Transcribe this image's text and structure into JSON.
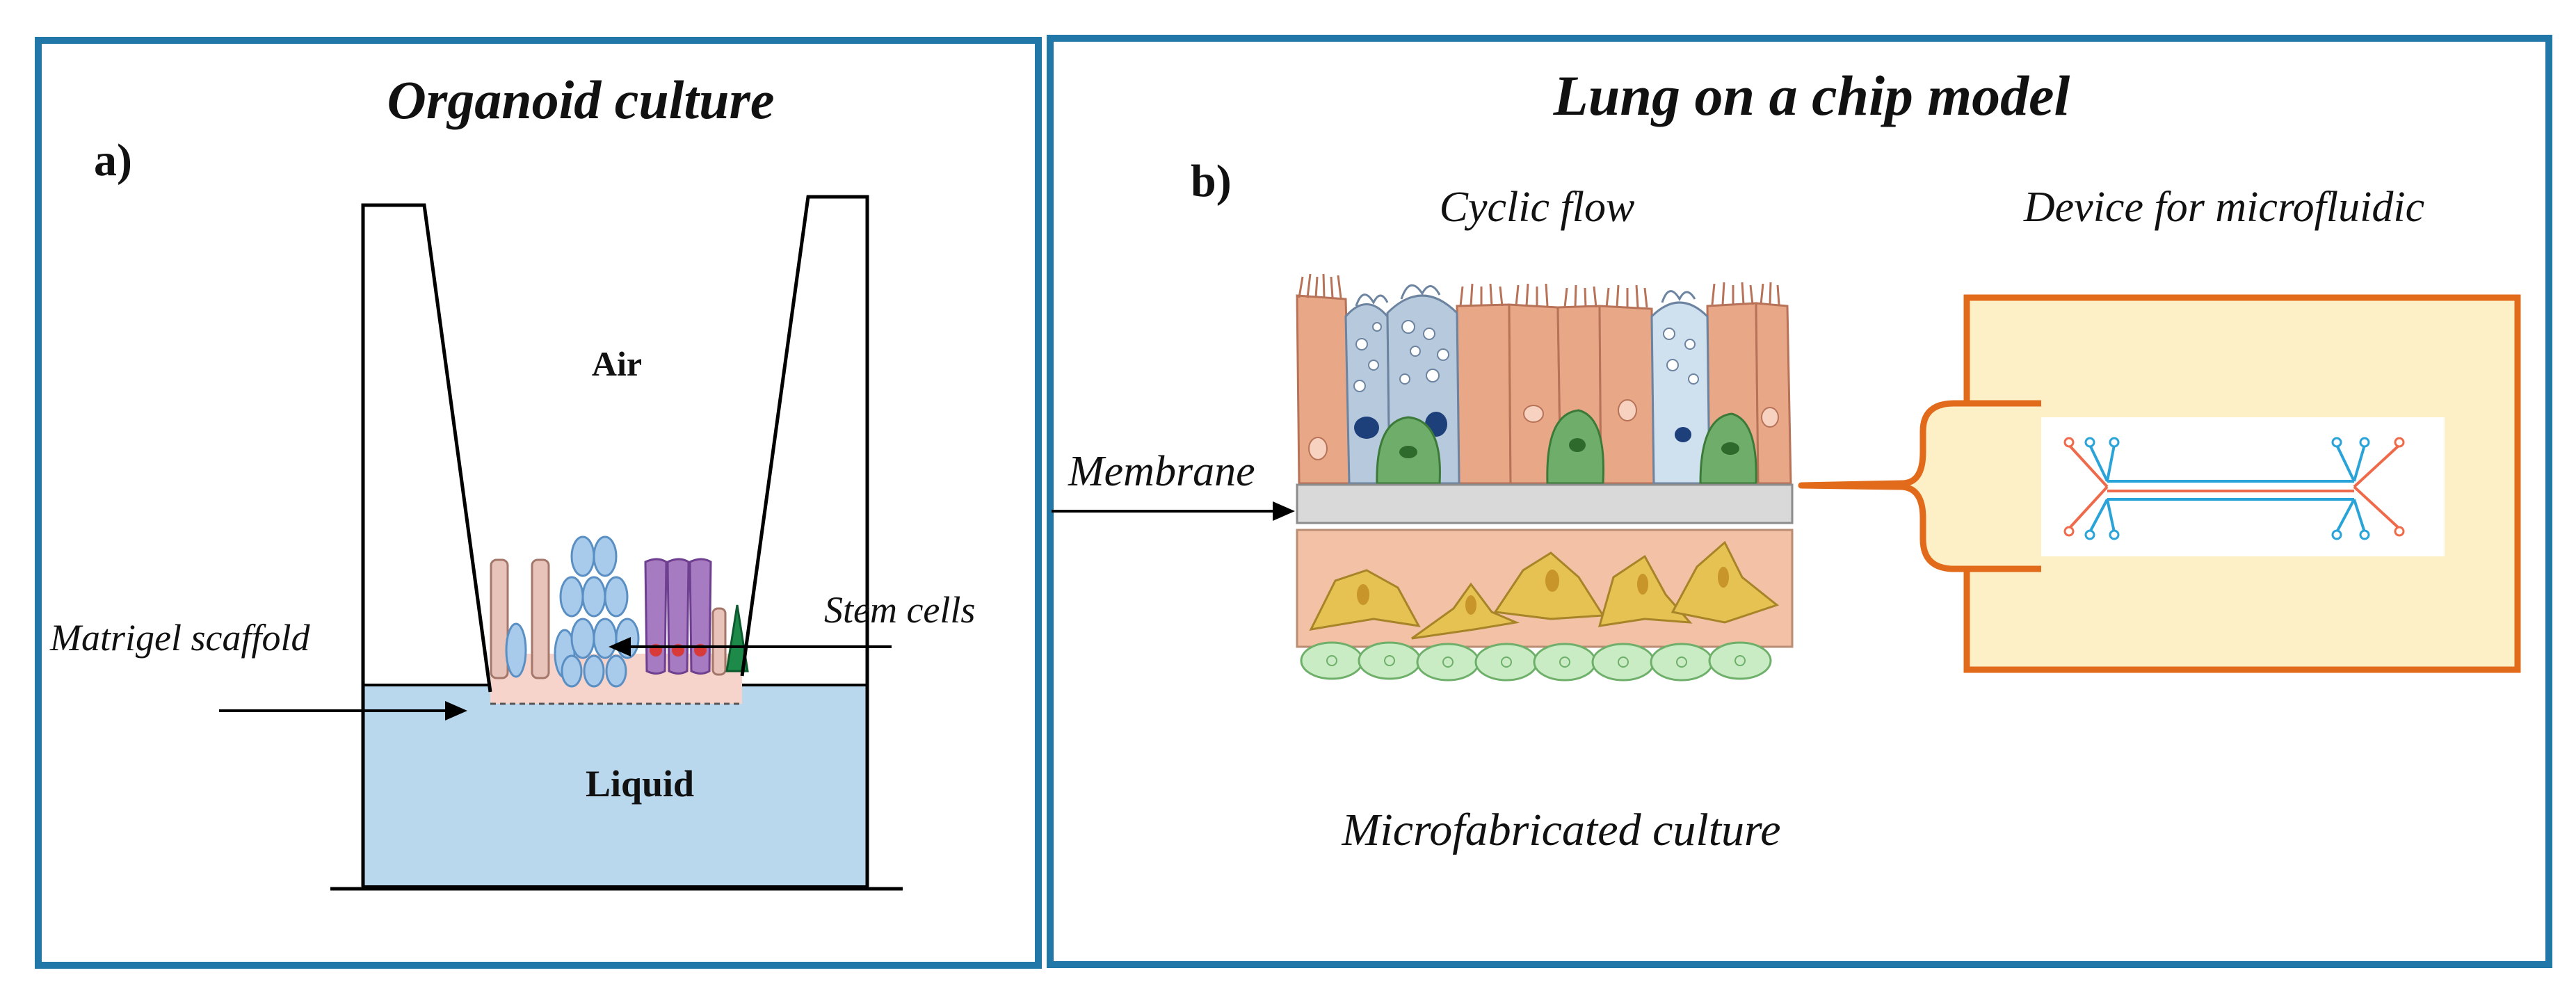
{
  "panel_a": {
    "title": "Organoid culture",
    "letter": "a)",
    "air_label": "Air",
    "liquid_label": "Liquid",
    "matrigel_label": "Matrigel scaffold",
    "stem_cells_label": "Stem cells"
  },
  "panel_b": {
    "title": "Lung on a chip model",
    "letter": "b)",
    "cyclic_flow_label": "Cyclic flow",
    "device_label": "Device for microfluidic",
    "membrane_label": "Membrane",
    "microfabricated_label": "Microfabricated culture"
  },
  "colors": {
    "frame_blue": "#2077a8",
    "liquid_blue": "#b9d8ee",
    "device_orange": "#e26a1b",
    "device_fill": "#fdefc6",
    "epithelial_peach": "#e8a888",
    "membrane_gray": "#d9d9d9",
    "stem_green": "#1e8a4a",
    "cell_purple": "#9a63b5",
    "fibroblast_yellow": "#e5c252",
    "endothelial_green": "#c9ecc5",
    "channel_blue": "#2aa3d8",
    "channel_red": "#ef6a4a"
  }
}
